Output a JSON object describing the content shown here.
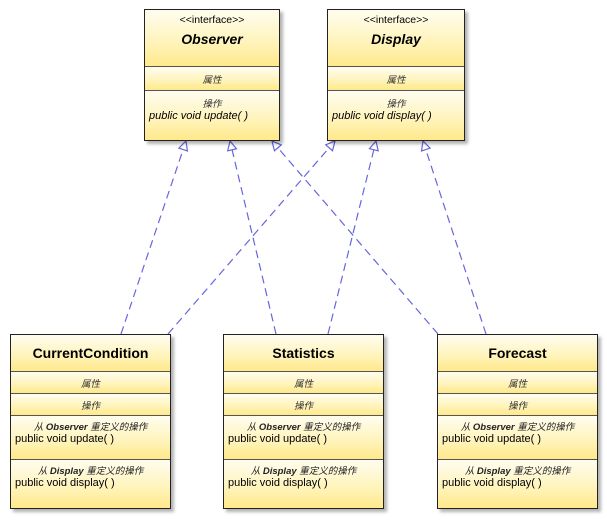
{
  "interfaces": [
    {
      "stereotype": "<<interface>>",
      "name": "Observer",
      "attributes_caption": "属性",
      "operations_caption": "操作",
      "operation": "public void  update( )"
    },
    {
      "stereotype": "<<interface>>",
      "name": "Display",
      "attributes_caption": "属性",
      "operations_caption": "操作",
      "operation": "public void  display( )"
    }
  ],
  "classes": [
    {
      "name": "CurrentCondition",
      "attributes_caption": "属性",
      "operations_caption": "操作",
      "from_observer": {
        "prefix": "从 ",
        "iface": "Observer",
        "suffix": " 重定义的操作"
      },
      "update_op": "public void  update( )",
      "from_display": {
        "prefix": "从 ",
        "iface": "Display",
        "suffix": " 重定义的操作"
      },
      "display_op": "public void  display( )"
    },
    {
      "name": "Statistics",
      "attributes_caption": "属性",
      "operations_caption": "操作",
      "from_observer": {
        "prefix": "从 ",
        "iface": "Observer",
        "suffix": " 重定义的操作"
      },
      "update_op": "public void  update( )",
      "from_display": {
        "prefix": "从 ",
        "iface": "Display",
        "suffix": " 重定义的操作"
      },
      "display_op": "public void  display( )"
    },
    {
      "name": "Forecast",
      "attributes_caption": "属性",
      "operations_caption": "操作",
      "from_observer": {
        "prefix": "从 ",
        "iface": "Observer",
        "suffix": " 重定义的操作"
      },
      "update_op": "public void  update( )",
      "from_display": {
        "prefix": "从 ",
        "iface": "Display",
        "suffix": " 重定义的操作"
      },
      "display_op": "public void  display( )"
    }
  ],
  "realizations": [
    {
      "from": "CurrentCondition",
      "to": "Observer"
    },
    {
      "from": "CurrentCondition",
      "to": "Display"
    },
    {
      "from": "Statistics",
      "to": "Observer"
    },
    {
      "from": "Statistics",
      "to": "Display"
    },
    {
      "from": "Forecast",
      "to": "Observer"
    },
    {
      "from": "Forecast",
      "to": "Display"
    }
  ],
  "colors": {
    "edge": "#6666dd",
    "fill_top": "#fffdf0",
    "fill_bottom": "#ffe98a"
  }
}
